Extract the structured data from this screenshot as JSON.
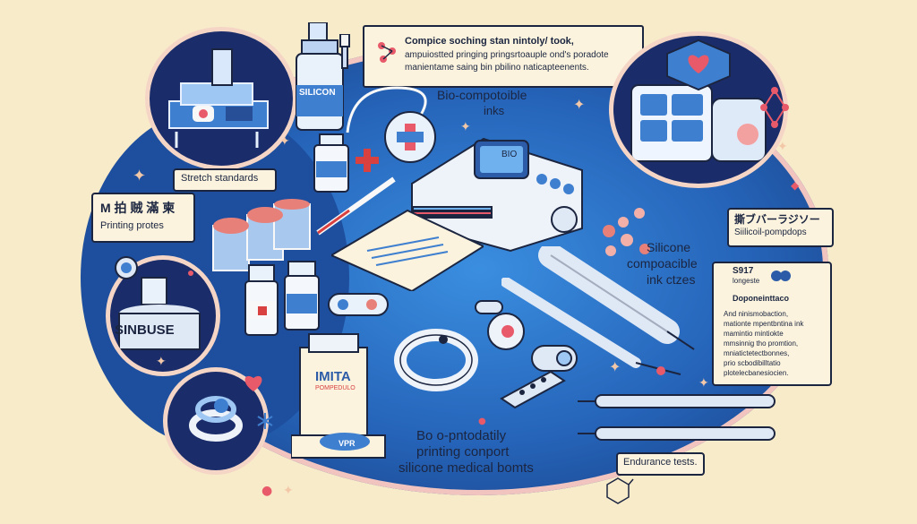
{
  "texts": {
    "top_note_1": "Compice soching stan nintoly/ took,",
    "top_note_2": "ampuiostted pringing pringsrtoauple ond's poradote",
    "top_note_3": "manientame saing bin pbilino naticapteenents.",
    "bio_inks_1": "Bio-compotoible",
    "bio_inks_2": "inks",
    "silicone_bottle": "SILICON",
    "stretch_standards": "Stretch standards",
    "left_tag_title": "M 拍 贼 滿 柬",
    "left_tag_sub": "Printing protes",
    "sinbuse": "SINBUSE",
    "device_screen": "BIO",
    "silicone_ink_1": "Silicone",
    "silicone_ink_2": "compoacible",
    "silicone_ink_3": "ink ctzes",
    "right_tag_title": "撕ブバーラジソー",
    "right_tag_sub": "Siilicoil-pompdops",
    "note_code": "S917",
    "note_sub": "longeste",
    "note_head": "Doponeinttaco",
    "note_body": [
      "And ninismobaction,",
      "mationte mpentbntina ink",
      "mamintio mintiokte",
      "mmsinnig tho promtion,",
      "mniatictetectbonnes,",
      "prio scbodibilltatio",
      "plotelecbanesiocien."
    ],
    "imita": "IMITA",
    "imita_sub": "POMPEDULO",
    "card_chip": "VPR",
    "bottom_1": "Bo o-pntodatily",
    "bottom_2": "printing conport",
    "bottom_3": "silicone medical bomts",
    "endurance": "Endurance tests."
  },
  "colors": {
    "background": "#f8ebc9",
    "blue": "#2563b8",
    "navy": "#1b2540",
    "pink": "#e85a6a",
    "red": "#d94040"
  },
  "icons": [
    "heart-icon",
    "plus-icon",
    "sparkle-icon",
    "snowflake-icon",
    "molecule-icon"
  ]
}
